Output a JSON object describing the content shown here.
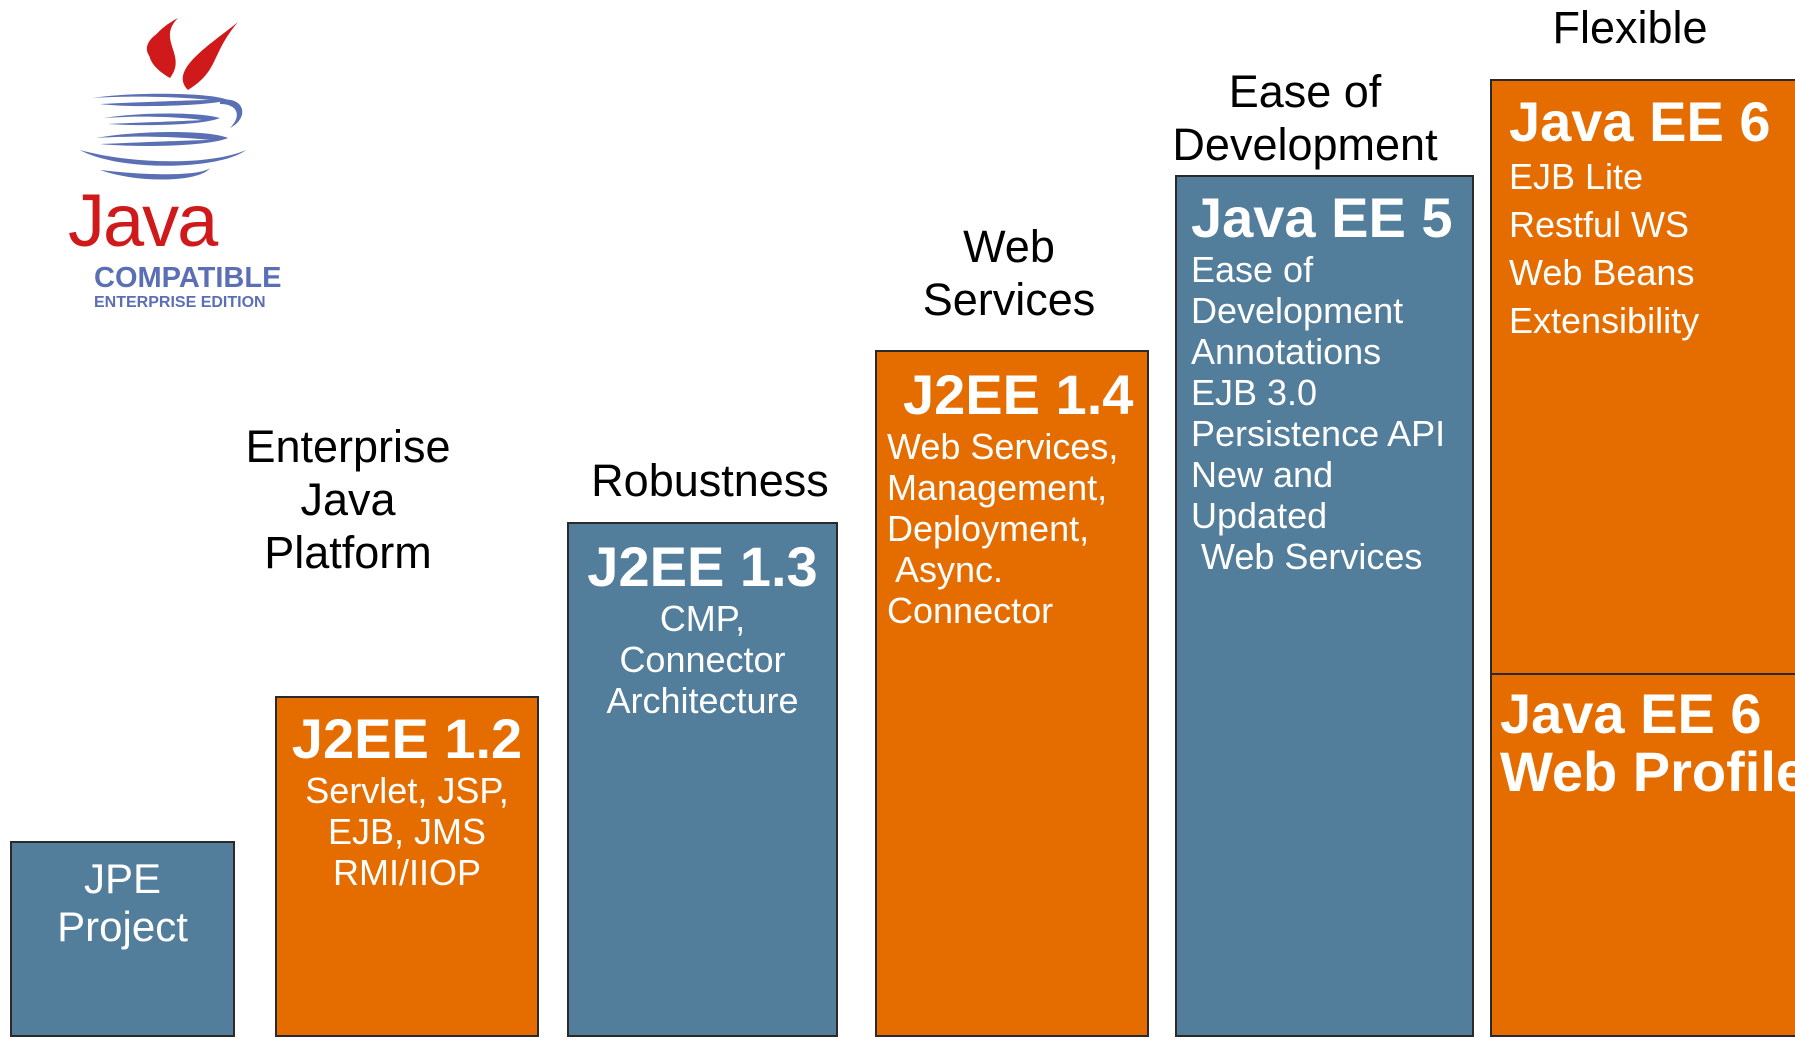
{
  "logo": {
    "wordmark": "Java",
    "line1": "COMPATIBLE",
    "line2": "ENTERPRISE EDITION",
    "colors": {
      "red": "#d0191b",
      "blue": "#5b6fb5"
    }
  },
  "colors": {
    "blue_block": "#527d9b",
    "orange_block": "#e56d00",
    "border": "#2a2a2a"
  },
  "releases": [
    {
      "theme": [],
      "title": "",
      "features": [
        "JPE",
        "Project"
      ],
      "color": "blue"
    },
    {
      "theme": [
        "Enterprise",
        "Java",
        "Platform"
      ],
      "title": "J2EE 1.2",
      "features": [
        "Servlet, JSP,",
        "EJB, JMS",
        "RMI/IIOP"
      ],
      "color": "orange"
    },
    {
      "theme": [
        "Robustness"
      ],
      "title": "J2EE 1.3",
      "features": [
        "CMP,",
        "Connector",
        "Architecture"
      ],
      "color": "blue"
    },
    {
      "theme": [
        "Web",
        "Services"
      ],
      "title": "J2EE 1.4",
      "features": [
        "Web Services,",
        "Management,",
        "Deployment,",
        " Async.",
        "Connector"
      ],
      "color": "orange"
    },
    {
      "theme": [
        "Ease of",
        "Development"
      ],
      "title": "Java EE 5",
      "features": [
        "Ease of",
        "Development",
        "Annotations",
        "EJB 3.0",
        "Persistence API",
        "New and",
        "Updated",
        " Web Services"
      ],
      "color": "blue"
    },
    {
      "theme": [
        "Flexible"
      ],
      "title": "Java EE 6",
      "features": [
        "EJB Lite",
        "Restful WS",
        "Web Beans",
        "Extensibility"
      ],
      "color": "orange"
    }
  ],
  "web_profile": {
    "lines": [
      "Java EE 6",
      "Web Profile"
    ]
  }
}
